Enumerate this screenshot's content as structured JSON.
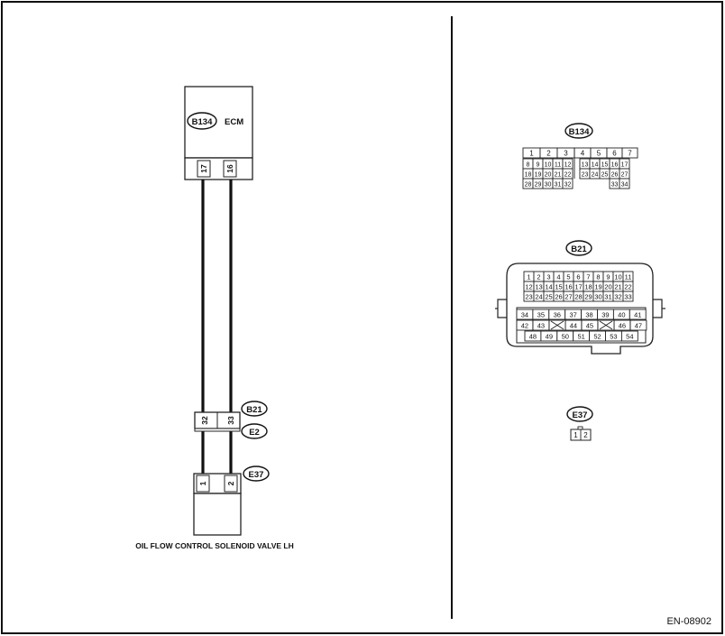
{
  "ecm": {
    "connector_tag": "B134",
    "label": "ECM",
    "pins": [
      "17",
      "16"
    ]
  },
  "joint": {
    "connector_top": "B21",
    "connector_bottom": "E2",
    "pins": [
      "32",
      "33"
    ]
  },
  "valve": {
    "connector_tag": "E37",
    "pins": [
      "1",
      "2"
    ],
    "label": "OIL FLOW CONTROL SOLENOID VALVE LH"
  },
  "b134_face": {
    "tag": "B134",
    "rows": [
      [
        "1",
        "2",
        "3",
        "4",
        "5",
        "6",
        "7"
      ],
      [
        "8",
        "9",
        "10",
        "11",
        "12",
        "13",
        "14",
        "15",
        "16",
        "17"
      ],
      [
        "18",
        "19",
        "20",
        "21",
        "22",
        "23",
        "24",
        "25",
        "26",
        "27"
      ],
      [
        "28",
        "29",
        "30",
        "31",
        "32",
        "33",
        "34"
      ]
    ]
  },
  "b21_face": {
    "tag": "B21",
    "rows": [
      [
        "1",
        "2",
        "3",
        "4",
        "5",
        "6",
        "7",
        "8",
        "9",
        "10",
        "11"
      ],
      [
        "12",
        "13",
        "14",
        "15",
        "16",
        "17",
        "18",
        "19",
        "20",
        "21",
        "22"
      ],
      [
        "23",
        "24",
        "25",
        "26",
        "27",
        "28",
        "29",
        "30",
        "31",
        "32",
        "33"
      ],
      [
        "34",
        "35",
        "36",
        "37",
        "38",
        "39",
        "40",
        "41"
      ],
      [
        "42",
        "43",
        "44",
        "45",
        "46",
        "47"
      ],
      [
        "48",
        "49",
        "50",
        "51",
        "52",
        "53",
        "54"
      ]
    ]
  },
  "e37_face": {
    "tag": "E37",
    "pins": [
      "1",
      "2"
    ]
  },
  "doc_id": "EN-08902"
}
